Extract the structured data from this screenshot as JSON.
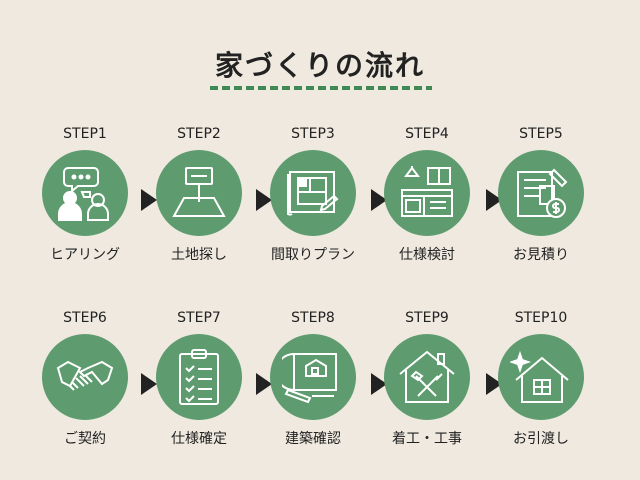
{
  "title": "家づくりの流れ",
  "colors": {
    "circle": "#5e9c70",
    "dash": "#3e8a55",
    "background": "#efe9df"
  },
  "steps": [
    {
      "label": "STEP1",
      "name": "ヒアリング",
      "icon": "chat-people-icon"
    },
    {
      "label": "STEP2",
      "name": "土地探し",
      "icon": "land-sign-icon"
    },
    {
      "label": "STEP3",
      "name": "間取りプラン",
      "icon": "floor-plan-icon"
    },
    {
      "label": "STEP4",
      "name": "仕様検討",
      "icon": "kitchen-icon"
    },
    {
      "label": "STEP5",
      "name": "お見積り",
      "icon": "estimate-icon"
    },
    {
      "label": "STEP6",
      "name": "ご契約",
      "icon": "handshake-icon"
    },
    {
      "label": "STEP7",
      "name": "仕様確定",
      "icon": "checklist-icon"
    },
    {
      "label": "STEP8",
      "name": "建築確認",
      "icon": "blueprint-icon"
    },
    {
      "label": "STEP9",
      "name": "着工・工事",
      "icon": "construction-house-icon"
    },
    {
      "label": "STEP10",
      "name": "お引渡し",
      "icon": "new-house-icon"
    }
  ]
}
